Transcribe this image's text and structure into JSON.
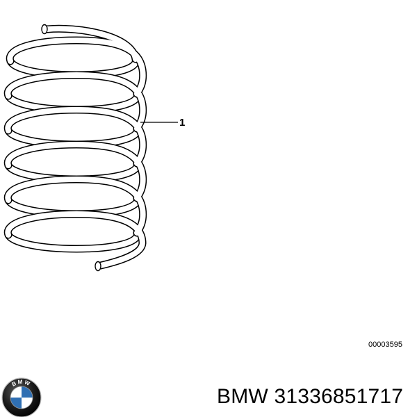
{
  "diagram": {
    "callout_label": "1",
    "drawing_number": "00003595"
  },
  "brand": {
    "logo_letters": "BMW",
    "logo_colors": {
      "ring": "#1a1a1a",
      "blue": "#2f6fb3",
      "white": "#ffffff"
    }
  },
  "caption": {
    "text": "BMW 31336851717"
  }
}
